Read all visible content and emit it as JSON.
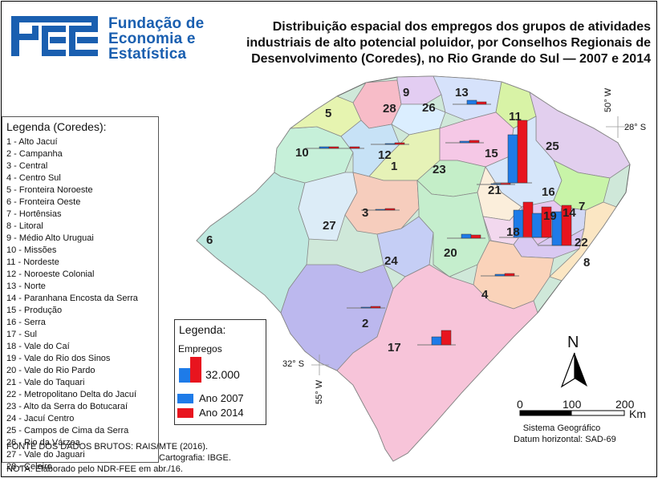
{
  "logo": {
    "line1": "Fundação de",
    "line2": "Economia e",
    "line3": "Estatística",
    "color": "#1a5fb0"
  },
  "title": {
    "line1": "Distribuição espacial dos empregos dos grupos de atividades",
    "line2": "industriais de alto potencial poluidor, por Conselhos Regionais de",
    "line3": "Desenvolvimento (Coredes), no Rio Grande do Sul — 2007 e 2014"
  },
  "coredes_legend": {
    "heading": "Legenda (Coredes):",
    "items": [
      "1 - Alto Jacuí",
      "2 - Campanha",
      "3 - Central",
      "4 - Centro Sul",
      "5 - Fronteira Noroeste",
      "6 - Fronteira Oeste",
      "7 - Hortênsias",
      "8 - Litoral",
      "9 - Médio Alto Uruguai",
      "10 - Missões",
      "11 - Nordeste",
      "12 - Noroeste Colonial",
      "13 - Norte",
      "14 - Paranhana Encosta da Serra",
      "15 - Produção",
      "16 - Serra",
      "17 - Sul",
      "18 - Vale do Caí",
      "19 - Vale do Rio dos Sinos",
      "20 - Vale do Rio Pardo",
      "21 - Vale do Taquari",
      "22 - Metropolitano Delta do Jacuí",
      "23 - Alto da Serra do Botucaraí",
      "24 - Jacuí Centro",
      "25 - Campos de Cima da Serra",
      "26 - Rio da Várzea",
      "27 - Vale do Jaguari",
      "28 - Celeiro"
    ]
  },
  "legend": {
    "heading": "Legenda:",
    "subheading": "Empregos",
    "reference_value": "32.000",
    "series": [
      {
        "label": "Ano 2007",
        "color": "#1e7be8"
      },
      {
        "label": "Ano 2014",
        "color": "#e8141e"
      }
    ]
  },
  "region_labels": [
    "1",
    "2",
    "3",
    "4",
    "5",
    "6",
    "7",
    "8",
    "9",
    "10",
    "11",
    "12",
    "13",
    "14",
    "15",
    "16",
    "17",
    "18",
    "19",
    "20",
    "21",
    "22",
    "23",
    "24",
    "25",
    "26",
    "27",
    "28"
  ],
  "coordinates": {
    "lon_top": "50° W",
    "lat_top": "28° S",
    "lat_bottom": "32° S",
    "lon_bottom": "55° W"
  },
  "north_label": "N",
  "scale": {
    "ticks": [
      "0",
      "100",
      "200"
    ],
    "unit": "Km"
  },
  "reference_system": {
    "line1": "Sistema Geográfico",
    "line2": "Datum horizontal: SAD-69"
  },
  "notes": {
    "source": "FONTE DOS DADOS BRUTOS: RAIS/MTE (2016).",
    "cartography": "Cartografia: IBGE.",
    "note": "NOTA: Elaborado pelo NDR-FEE em abr./16."
  }
}
